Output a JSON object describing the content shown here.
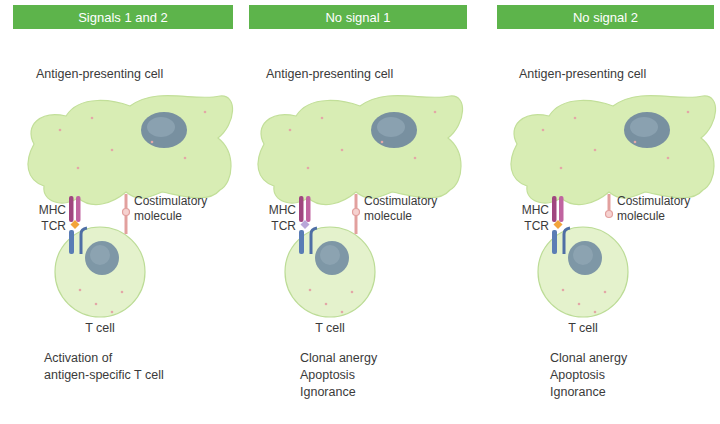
{
  "diagram": {
    "nodes": [
      {
        "text": [
          "Signals 1 and 2"
        ]
      },
      {
        "text": [
          "Antigen-presenting cell"
        ]
      },
      {
        "text": [
          "T cell"
        ]
      },
      {
        "text": [
          "No signal 1"
        ]
      },
      {
        "text": [
          "Antigen-presenting cell"
        ]
      },
      {
        "text": [
          "T cell"
        ]
      },
      {
        "text": [
          "No signal 2"
        ]
      },
      {
        "text": [
          "Antigen-presenting cell"
        ]
      },
      {
        "text": [
          "T cell"
        ]
      }
    ],
    "labels": [
      "MHC",
      "TCR",
      "Costimulatory molecule",
      "Activation of antigen-specific T cell",
      "MHC",
      "TCR",
      "Costimulatory molecule",
      "Clonal anergy",
      "Apoptosis",
      "Ignorance",
      "MHC",
      "TCR",
      "Costimulatory molecule",
      "Clonal anergy",
      "Apoptosis",
      "Ignorance"
    ]
  }
}
